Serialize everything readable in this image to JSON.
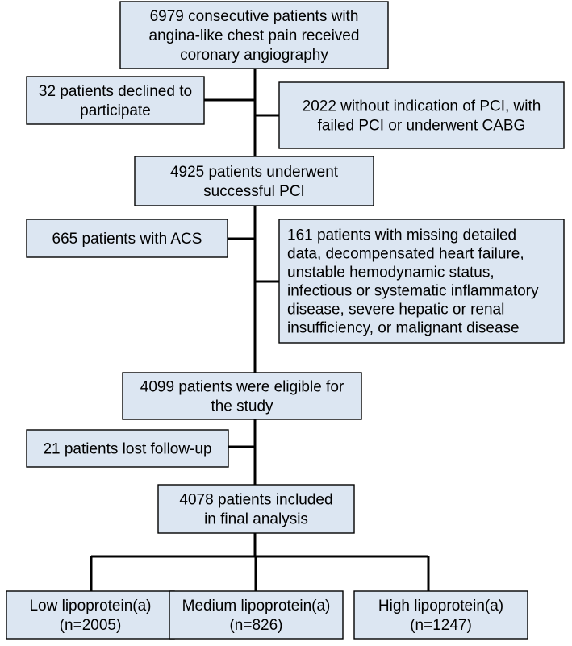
{
  "diagram": {
    "colors": {
      "box_fill": "#dce6f2",
      "box_border": "#000000",
      "connector": "#000000",
      "text": "#000000"
    },
    "boxes": [
      {
        "id": "screened",
        "lines": [
          "6979 consecutive patients with",
          "angina-like chest pain received",
          "coronary angiography"
        ]
      },
      {
        "id": "declined",
        "lines": [
          "32 patients declined to",
          "participate"
        ]
      },
      {
        "id": "no-pci",
        "lines": [
          "2022 without indication of PCI,  with",
          "failed PCI or underwent CABG"
        ]
      },
      {
        "id": "successful-pci",
        "lines": [
          "4925 patients underwent",
          "successful PCI"
        ]
      },
      {
        "id": "acs",
        "lines": [
          "665 patients with ACS"
        ]
      },
      {
        "id": "excluded-other",
        "lines": [
          "161 patients with missing detailed",
          "data, decompensated heart failure,",
          "unstable hemodynamic status,",
          "infectious or systematic inflammatory",
          "disease, severe hepatic or renal",
          "insufficiency, or malignant disease"
        ]
      },
      {
        "id": "eligible",
        "lines": [
          "4099 patients were eligible for",
          "the study"
        ]
      },
      {
        "id": "lost",
        "lines": [
          "21 patients lost follow-up"
        ]
      },
      {
        "id": "included",
        "lines": [
          "4078 patients included",
          "in final analysis"
        ]
      },
      {
        "id": "low",
        "lines": [
          "Low lipoprotein(a)",
          "(n=2005)"
        ]
      },
      {
        "id": "medium",
        "lines": [
          "Medium lipoprotein(a)",
          "(n=826)"
        ]
      },
      {
        "id": "high",
        "lines": [
          "High lipoprotein(a)",
          "(n=1247)"
        ]
      }
    ]
  }
}
